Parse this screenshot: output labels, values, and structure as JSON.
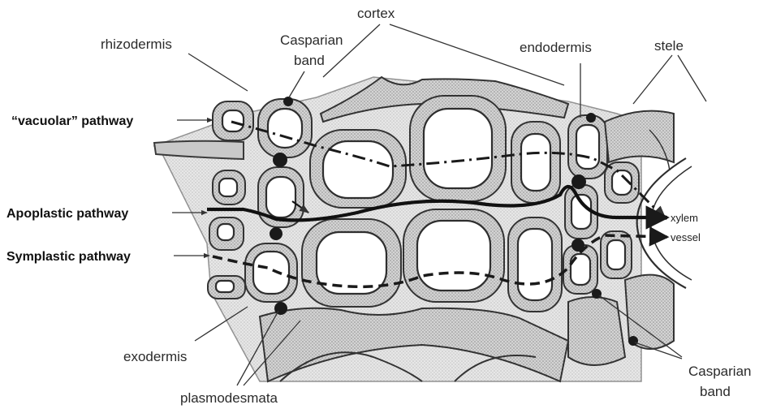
{
  "labels": {
    "cortex": "cortex",
    "rhizodermis": "rhizodermis",
    "casparian_top_1": "Casparian",
    "casparian_top_2": "band",
    "endodermis": "endodermis",
    "stele": "stele",
    "vacuolar": "“vacuolar” pathway",
    "apoplastic": "Apoplastic pathway",
    "symplastic": "Symplastic pathway",
    "xylem": "xylem",
    "vessel": "vessel",
    "exodermis": "exodermis",
    "plasmodesmata": "plasmodesmata",
    "casparian_bottom_1": "Casparian",
    "casparian_bottom_2": "band"
  },
  "colors": {
    "cell_wall": "#c9c9c9",
    "outline": "#2e2e2e",
    "pathway": "#1a1a1a"
  }
}
